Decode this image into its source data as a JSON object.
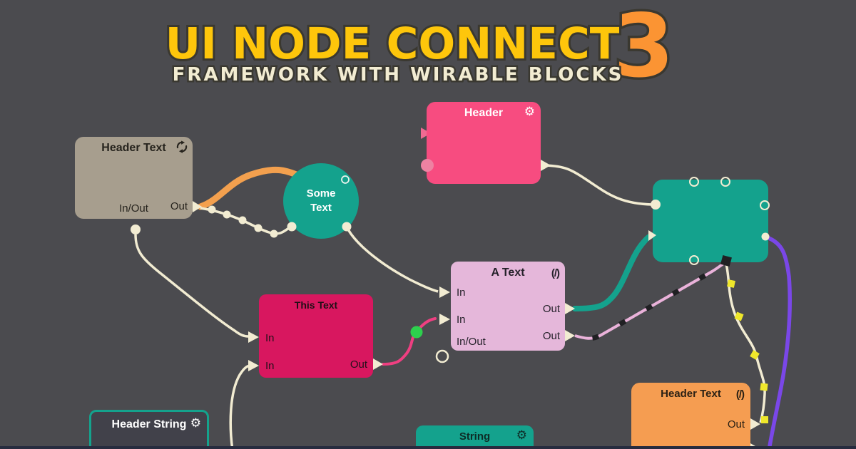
{
  "title": {
    "main": "UI NODE CONNECT",
    "subtitle": "FRAMEWORK WITH WIRABLE BLOCKS",
    "badge": "3"
  },
  "icons": {
    "gear": "⚙",
    "code": "(/)"
  },
  "colors": {
    "background": "#4b4b4f",
    "title_yellow": "#fec60b",
    "title_cream": "#f2ecd2",
    "badge_orange": "#fb9433",
    "teal": "#14a28d",
    "pink_node": "#f74c80",
    "crimson_node": "#d8175f",
    "lavender_node": "#e5b7da",
    "tan_node": "#a79e8e",
    "orange_node": "#f59d51",
    "wire_cream": "#f2ecd2",
    "wire_orange": "#f3a04e",
    "wire_pink": "#ef3f81",
    "wire_purple": "#7a47e8",
    "wire_dashed_pink": "#eab2da",
    "wire_dash_black": "#202023",
    "bead_green": "#2dd04d",
    "bead_yellow": "#efe72b",
    "footer_navy": "#272c3f"
  },
  "nodes": {
    "header_text_tan": {
      "title": "Header Text",
      "in_out": "In/Out",
      "out": "Out"
    },
    "header_pink": {
      "title": "Header"
    },
    "some_text": {
      "line1": "Some",
      "line2": "Text"
    },
    "a_text": {
      "title": "A Text",
      "in1": "In",
      "in2": "In",
      "in_out": "In/Out",
      "out1": "Out",
      "out2": "Out"
    },
    "this_text": {
      "title": "This Text",
      "in1": "In",
      "in2": "In",
      "out": "Out"
    },
    "header_string": {
      "title": "Header String"
    },
    "string": {
      "title": "String"
    },
    "header_text_orange": {
      "title": "Header Text",
      "out": "Out"
    }
  }
}
